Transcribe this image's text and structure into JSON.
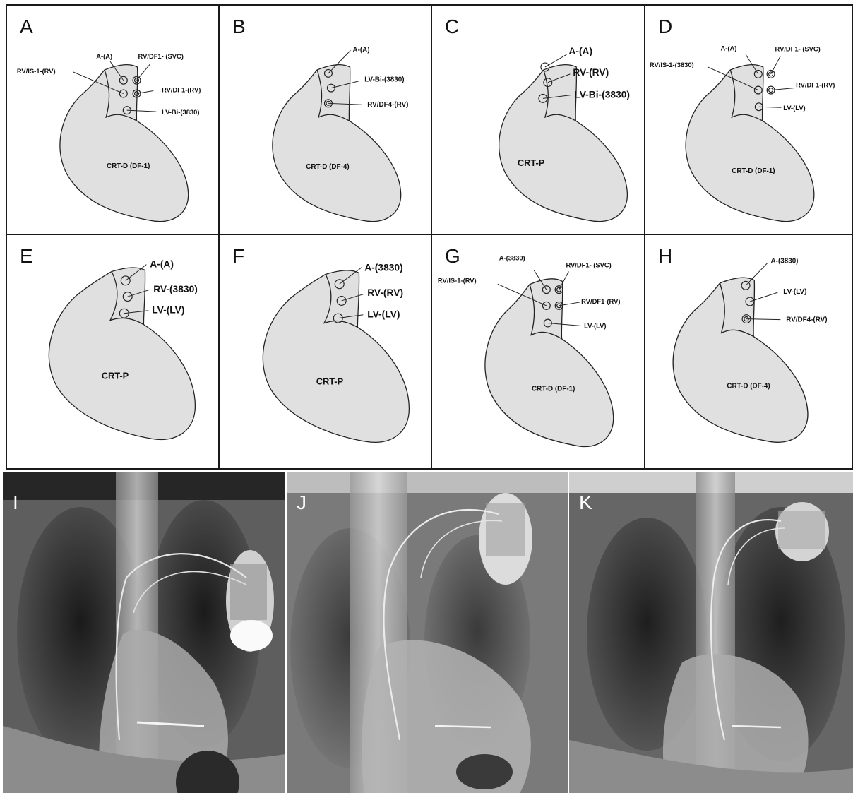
{
  "panels": [
    {
      "letter": "A",
      "device": "CRT-D (DF-1)",
      "port_labels": [
        "A-(A)",
        "RV/DF1- (SVC)",
        "RV/IS-1-(RV)",
        "RV/DF1-(RV)",
        "LV-Bi-(3830)"
      ]
    },
    {
      "letter": "B",
      "device": "CRT-D (DF-4)",
      "port_labels": [
        "A-(A)",
        "LV-Bi-(3830)",
        "RV/DF4-(RV)"
      ]
    },
    {
      "letter": "C",
      "device": "CRT-P",
      "port_labels": [
        "A-(A)",
        "RV-(RV)",
        "LV-Bi-(3830)"
      ]
    },
    {
      "letter": "D",
      "device": "CRT-D (DF-1)",
      "port_labels": [
        "A-(A)",
        "RV/DF1- (SVC)",
        "RV/IS-1-(3830)",
        "RV/DF1-(RV)",
        "LV-(LV)"
      ]
    },
    {
      "letter": "E",
      "device": "CRT-P",
      "port_labels": [
        "A-(A)",
        "RV-(3830)",
        "LV-(LV)"
      ]
    },
    {
      "letter": "F",
      "device": "CRT-P",
      "port_labels": [
        "A-(3830)",
        "RV-(RV)",
        "LV-(LV)"
      ]
    },
    {
      "letter": "G",
      "device": "CRT-D (DF-1)",
      "port_labels": [
        "A-(3830)",
        "RV/DF1- (SVC)",
        "RV/IS-1-(RV)",
        "RV/DF1-(RV)",
        "LV-(LV)"
      ]
    },
    {
      "letter": "H",
      "device": "CRT-D (DF-4)",
      "port_labels": [
        "A-(3830)",
        "LV-(LV)",
        "RV/DF4-(RV)"
      ]
    }
  ],
  "xrays": [
    {
      "letter": "I"
    },
    {
      "letter": "J"
    },
    {
      "letter": "K"
    }
  ],
  "colors": {
    "device_fill": "#e0e0e0",
    "outline": "#222222",
    "border": "#1a1a1a"
  }
}
